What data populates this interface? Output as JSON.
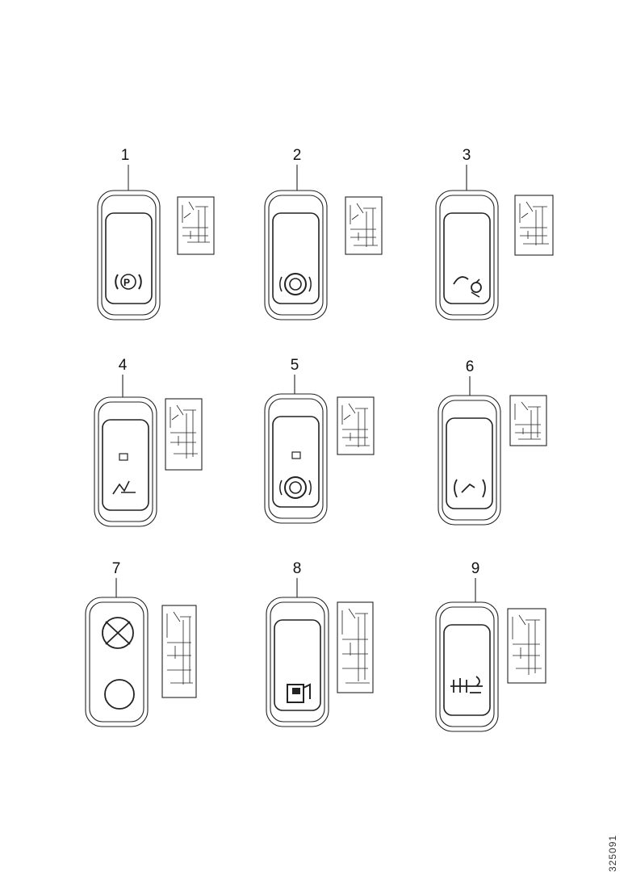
{
  "figure": {
    "document_number": "325091",
    "items": [
      {
        "callout": "1",
        "symbol": "brake-warning-icon",
        "schematic": "switch-wiring-schematic"
      },
      {
        "callout": "2",
        "symbol": "parking-brake-icon",
        "schematic": "switch-wiring-schematic"
      },
      {
        "callout": "3",
        "symbol": "trailer-coupling-icon",
        "schematic": "switch-wiring-schematic"
      },
      {
        "callout": "4",
        "symbol": "seat-adjust-icon",
        "schematic": "switch-wiring-schematic"
      },
      {
        "callout": "5",
        "symbol": "brake-circle-icon",
        "schematic": "switch-wiring-schematic"
      },
      {
        "callout": "6",
        "symbol": "axle-lift-icon",
        "schematic": "switch-wiring-schematic"
      },
      {
        "callout": "7",
        "symbol": "crossed-circle-icon",
        "schematic": "switch-wiring-schematic"
      },
      {
        "callout": "8",
        "symbol": "truck-cab-icon",
        "schematic": "switch-wiring-schematic"
      },
      {
        "callout": "9",
        "symbol": "hoist-winch-icon",
        "schematic": "switch-wiring-schematic"
      }
    ]
  }
}
